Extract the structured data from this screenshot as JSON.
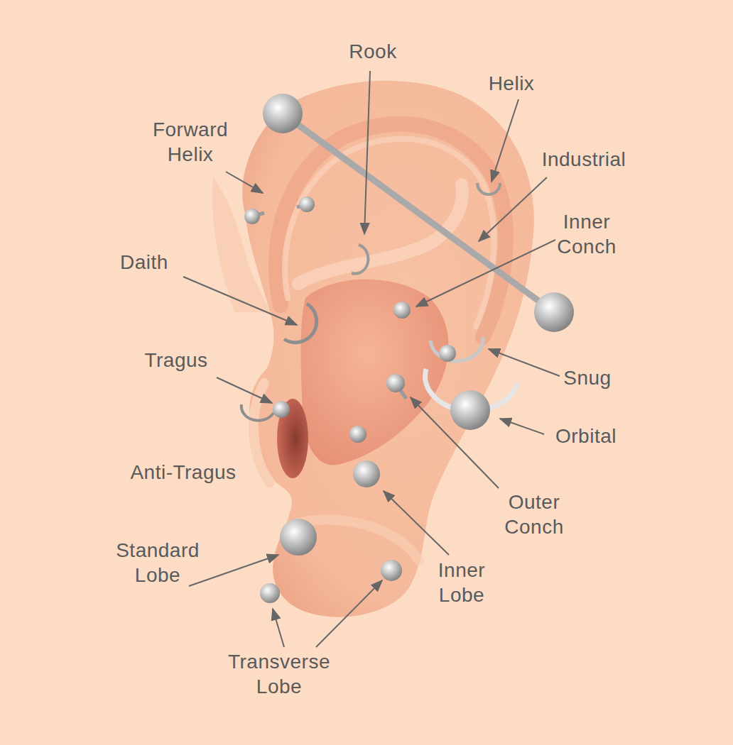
{
  "diagram": {
    "labels": [
      "Rook",
      "Helix",
      "Forward Helix",
      "Industrial",
      "Inner Conch",
      "Daith",
      "Tragus",
      "Snug",
      "Orbital",
      "Anti-Tragus",
      "Outer Conch",
      "Standard Lobe",
      "Inner Lobe",
      "Transverse Lobe"
    ]
  }
}
